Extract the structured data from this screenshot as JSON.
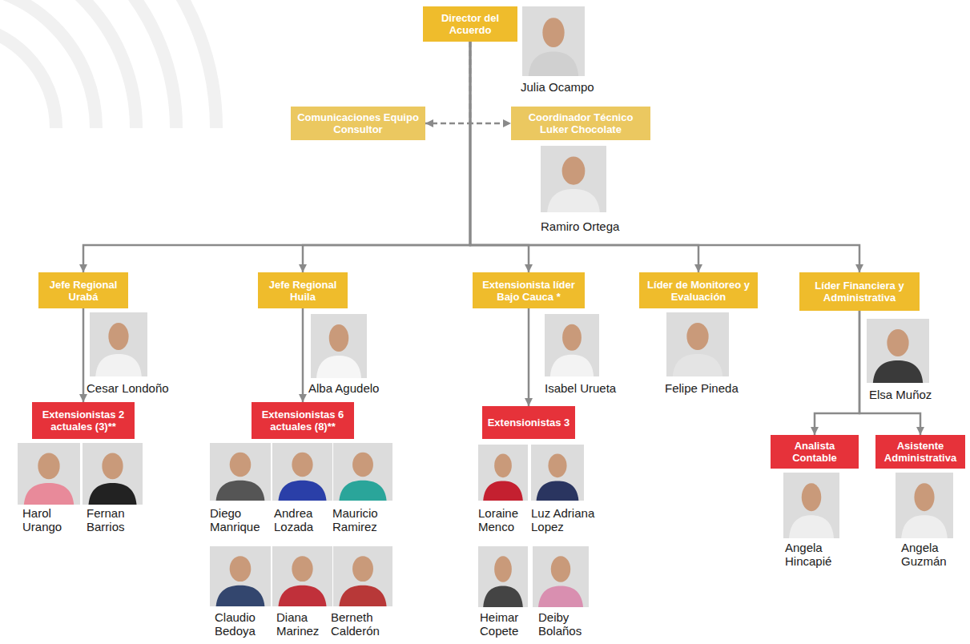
{
  "diagram": {
    "nodes": [
      {
        "text": [
          "Director del Acuerdo"
        ]
      },
      {
        "text": [
          "Comunicaciones Equipo Consultor"
        ]
      },
      {
        "text": [
          "Coordinador Técnico Luker Chocolate"
        ]
      },
      {
        "text": [
          "Jefe Regional Urabá"
        ]
      },
      {
        "text": [
          "Jefe Regional Huila"
        ]
      },
      {
        "text": [
          "Extensionista líder Bajo Cauca *"
        ]
      },
      {
        "text": [
          "Líder de Monitoreo y Evaluación"
        ]
      },
      {
        "text": [
          "Líder Financiera y Administrativa"
        ]
      },
      {
        "text": [
          "Extensionistas 2 actuales (3)**"
        ]
      },
      {
        "text": [
          "Extensionistas 6 actuales (8)**"
        ]
      },
      {
        "text": [
          "Extensionistas 3"
        ]
      },
      {
        "text": [
          "Analista Contable"
        ]
      },
      {
        "text": [
          "Asistente Administrativa"
        ]
      }
    ],
    "edges": [
      {
        "from": 0,
        "to": 1,
        "arrow": "to"
      },
      {
        "from": 0,
        "to": 2,
        "arrow": "to"
      },
      {
        "from": 0,
        "to": 3,
        "arrow": "to"
      },
      {
        "from": 0,
        "to": 4,
        "arrow": "to"
      },
      {
        "from": 0,
        "to": 5,
        "arrow": "to"
      },
      {
        "from": 0,
        "to": 6,
        "arrow": "to"
      },
      {
        "from": 0,
        "to": 7,
        "arrow": "to"
      },
      {
        "from": 3,
        "to": 8,
        "arrow": "to"
      },
      {
        "from": 4,
        "to": 9,
        "arrow": "to"
      },
      {
        "from": 5,
        "to": 10,
        "arrow": "to"
      },
      {
        "from": 7,
        "to": 11,
        "arrow": "to"
      },
      {
        "from": 7,
        "to": 12,
        "arrow": "to"
      }
    ],
    "labels": [
      "Julia Ocampo",
      "Ramiro Ortega",
      "Cesar Londoño",
      "Alba Agudelo",
      "Isabel Urueta",
      "Felipe Pineda",
      "Elsa Muñoz",
      "Harol Urango",
      "Fernan Barrios",
      "Diego Manrique",
      "Andrea Lozada",
      "Mauricio Ramirez",
      "Claudio Bedoya",
      "Diana Marinez",
      "Berneth Calderón",
      "Loraine Menco",
      "Luz Adriana Lopez",
      "Heimar Copete",
      "Deiby Bolaños",
      "Angela Hincapié",
      "Angela Guzmán"
    ]
  }
}
